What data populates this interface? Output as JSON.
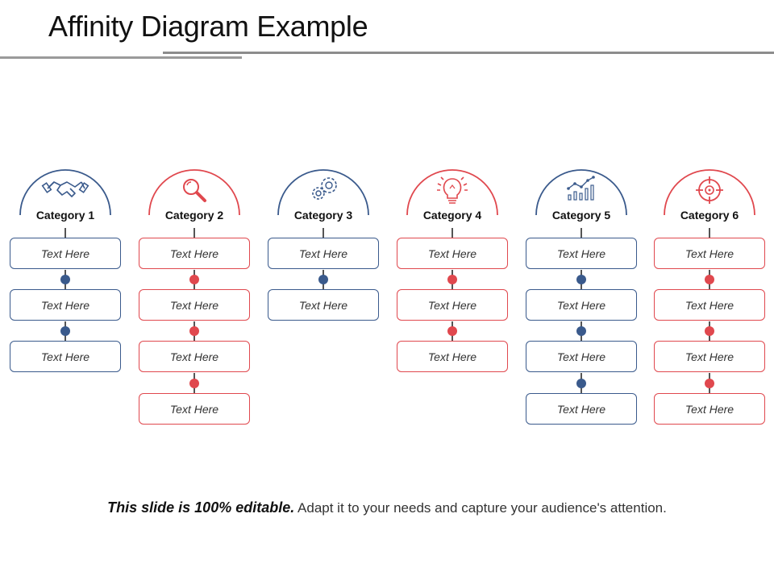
{
  "title": "Affinity Diagram Example",
  "colors": {
    "blue": "#3a5a8c",
    "red": "#e0484e"
  },
  "categories": [
    {
      "label": "Category 1",
      "icon": "handshake-icon",
      "color": "blue",
      "items": [
        "Text Here",
        "Text Here",
        "Text Here"
      ]
    },
    {
      "label": "Category 2",
      "icon": "magnifier-icon",
      "color": "red",
      "items": [
        "Text Here",
        "Text Here",
        "Text Here",
        "Text Here"
      ]
    },
    {
      "label": "Category 3",
      "icon": "gears-icon",
      "color": "blue",
      "items": [
        "Text Here",
        "Text Here"
      ]
    },
    {
      "label": "Category 4",
      "icon": "lightbulb-icon",
      "color": "red",
      "items": [
        "Text Here",
        "Text Here",
        "Text Here"
      ]
    },
    {
      "label": "Category 5",
      "icon": "growth-chart-icon",
      "color": "blue",
      "items": [
        "Text Here",
        "Text Here",
        "Text Here",
        "Text Here"
      ]
    },
    {
      "label": "Category 6",
      "icon": "target-icon",
      "color": "red",
      "items": [
        "Text Here",
        "Text Here",
        "Text Here",
        "Text Here"
      ]
    }
  ],
  "footer": {
    "strong": "This slide is 100% editable.",
    "rest": " Adapt it to your needs and capture your audience's attention."
  }
}
